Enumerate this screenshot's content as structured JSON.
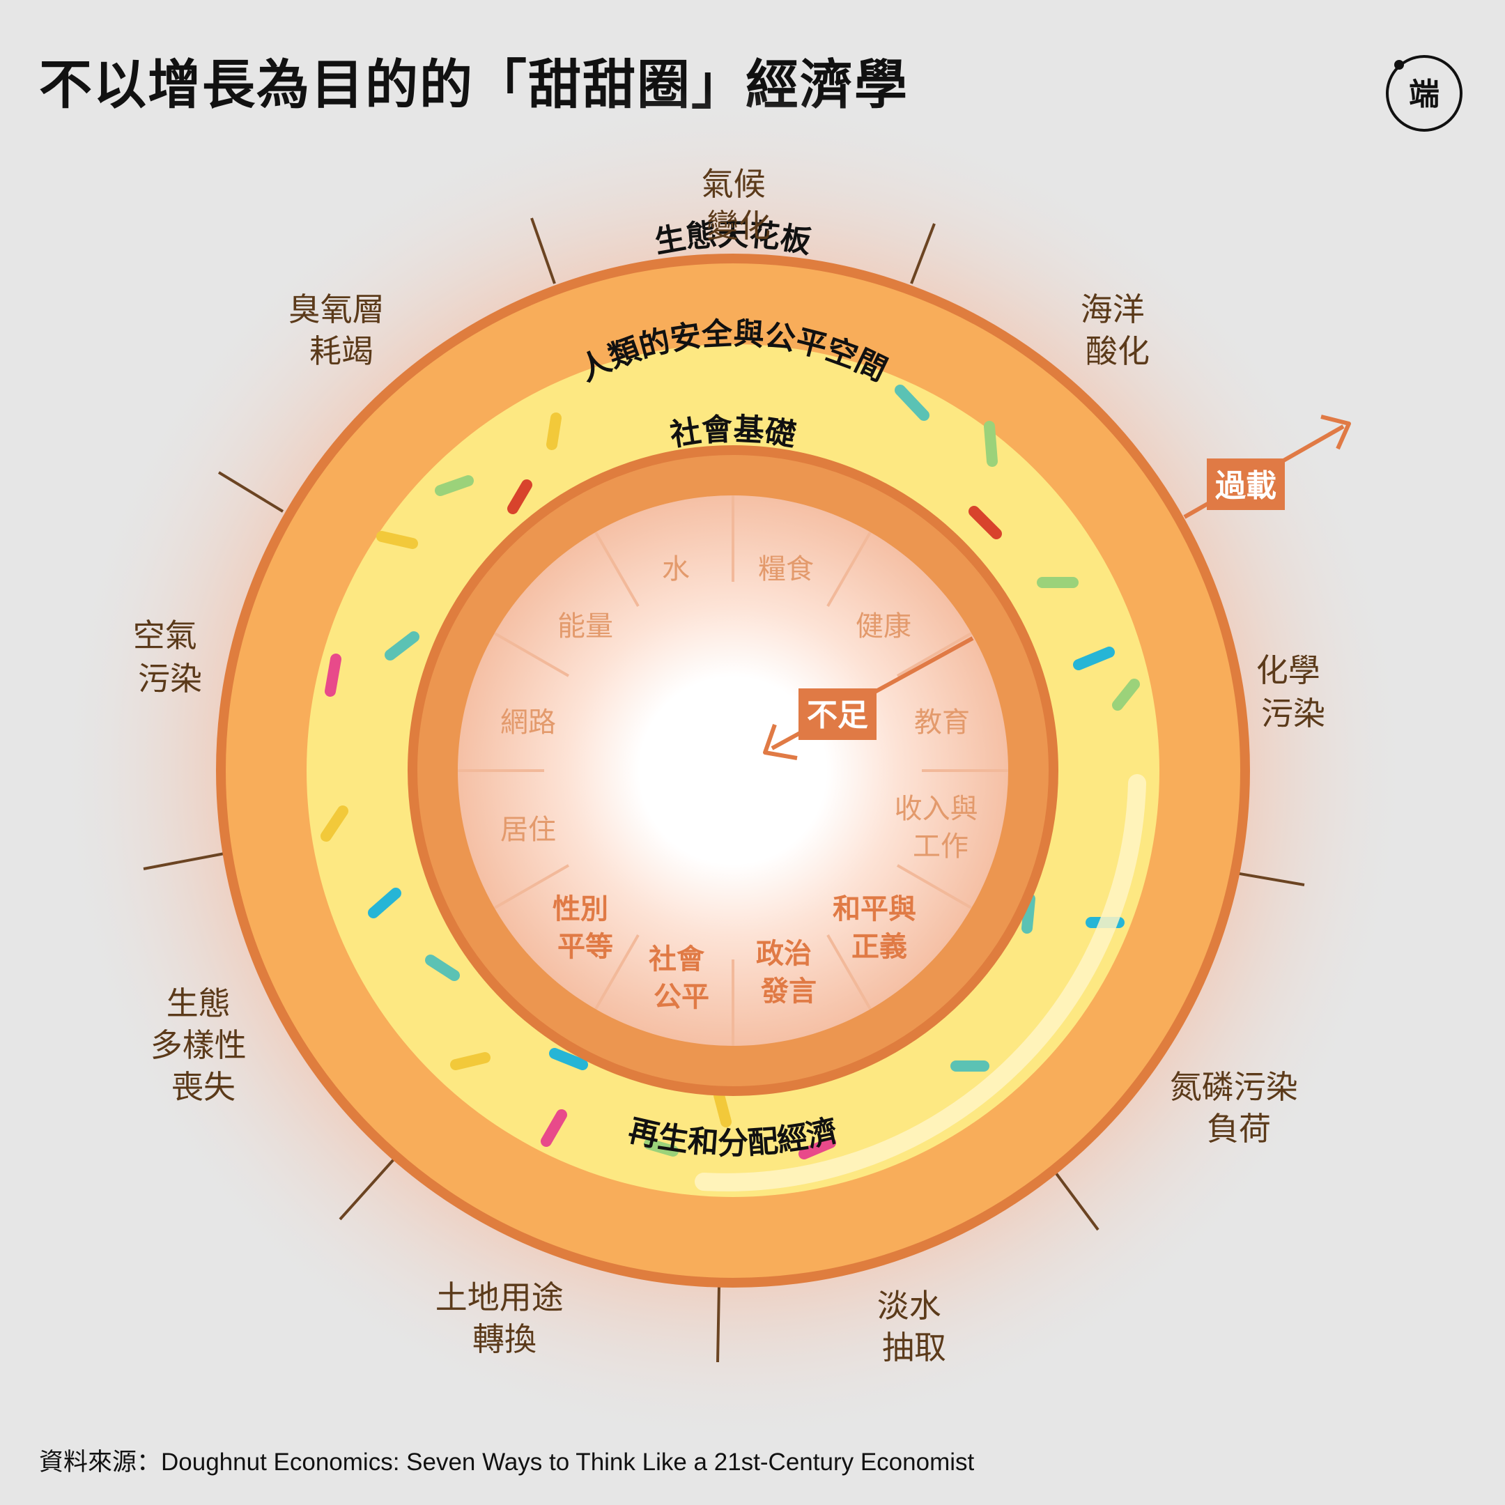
{
  "title": "不以增長為目的的「甜甜圈」經濟學",
  "logo_text": "端",
  "source": "資料來源：Doughnut Economics: Seven Ways to Think Like a 21st-Century Economist",
  "colors": {
    "background": "#e6e6e6",
    "outer_ring": "#f8ad5a",
    "inner_band": "#fde882",
    "inner_ring": "#ec9650",
    "ring_stroke": "#df7d3e",
    "sector_line": "#f2b99a",
    "tag": "#e07a45",
    "tick": "#6b4422"
  },
  "diagram": {
    "ecological_ceiling": "生態天花板",
    "safe_just_space": "人類的安全與公平空間",
    "social_foundation": "社會基礎",
    "regenerative_economy": "再生和分配經濟",
    "overshoot": "過載",
    "shortfall": "不足",
    "ecological_labels": [
      {
        "id": "climate",
        "lines": [
          "氣候",
          "變化"
        ]
      },
      {
        "id": "ocean",
        "lines": [
          "海洋",
          "酸化"
        ]
      },
      {
        "id": "chemical",
        "lines": [
          "化學",
          "污染"
        ]
      },
      {
        "id": "nitrogen",
        "lines": [
          "氮磷污染",
          "負荷"
        ]
      },
      {
        "id": "freshwater",
        "lines": [
          "淡水",
          "抽取"
        ]
      },
      {
        "id": "land",
        "lines": [
          "土地用途",
          "轉換"
        ]
      },
      {
        "id": "biodiversity",
        "lines": [
          "生態",
          "多樣性",
          "喪失"
        ]
      },
      {
        "id": "air",
        "lines": [
          "空氣",
          "污染"
        ]
      },
      {
        "id": "ozone",
        "lines": [
          "臭氧層",
          "耗竭"
        ]
      }
    ],
    "social_labels": [
      {
        "id": "food",
        "lines": [
          "糧食"
        ],
        "bold": false
      },
      {
        "id": "health",
        "lines": [
          "健康"
        ],
        "bold": false
      },
      {
        "id": "education",
        "lines": [
          "教育"
        ],
        "bold": false
      },
      {
        "id": "income",
        "lines": [
          "收入與",
          "工作"
        ],
        "bold": false
      },
      {
        "id": "peace",
        "lines": [
          "和平與",
          "正義"
        ],
        "bold": true
      },
      {
        "id": "political",
        "lines": [
          "政治",
          "發言"
        ],
        "bold": true
      },
      {
        "id": "equity",
        "lines": [
          "社會",
          "公平"
        ],
        "bold": true
      },
      {
        "id": "gender",
        "lines": [
          "性別",
          "平等"
        ],
        "bold": true
      },
      {
        "id": "housing",
        "lines": [
          "居住"
        ],
        "bold": false
      },
      {
        "id": "network",
        "lines": [
          "網路"
        ],
        "bold": false
      },
      {
        "id": "energy",
        "lines": [
          "能量"
        ],
        "bold": false
      },
      {
        "id": "water",
        "lines": [
          "水"
        ],
        "bold": false
      }
    ]
  }
}
